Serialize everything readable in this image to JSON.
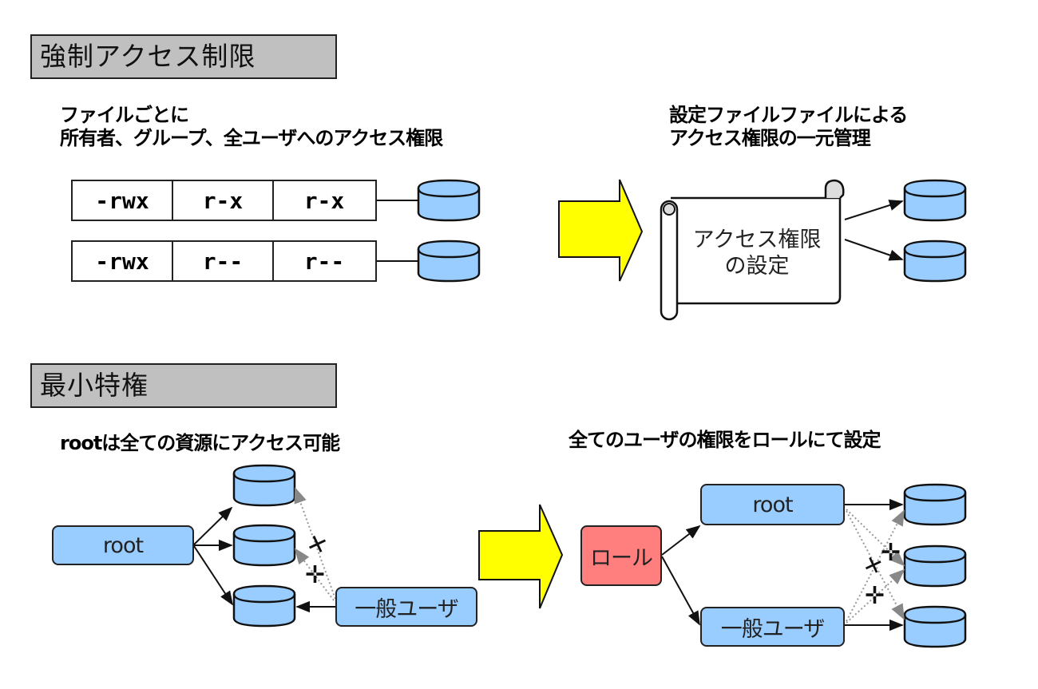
{
  "sections": {
    "mac": {
      "title": "強制アクセス制限",
      "left_caption": [
        "ファイルごとに",
        "所有者、グループ、全ユーザへのアクセス権限"
      ],
      "right_caption": [
        "設定ファイルファイルによる",
        "アクセス権限の一元管理"
      ],
      "permission_rows": [
        {
          "owner": "-rwx",
          "group": "r-x",
          "others": "r-x"
        },
        {
          "owner": "-rwx",
          "group": "r--",
          "others": "r--"
        }
      ],
      "scroll_label": [
        "アクセス権限",
        "の設定"
      ]
    },
    "least_privilege": {
      "title": "最小特権",
      "left_caption": "rootは全ての資源にアクセス可能",
      "right_caption": "全てのユーザの権限をロールにて設定",
      "left_nodes": {
        "root": "root",
        "user": "一般ユーザ"
      },
      "right_nodes": {
        "role": "ロール",
        "root": "root",
        "user": "一般ユーザ"
      }
    }
  },
  "colors": {
    "header_bg": "#c0c0c0",
    "node_blue": "#99ccff",
    "role_red": "#ff7f7f",
    "arrow_yellow": "#ffff00",
    "denied_gray": "#999999"
  },
  "icons": [
    "database-icon",
    "big-arrow-icon",
    "scroll-icon",
    "deny-mark-icon"
  ]
}
